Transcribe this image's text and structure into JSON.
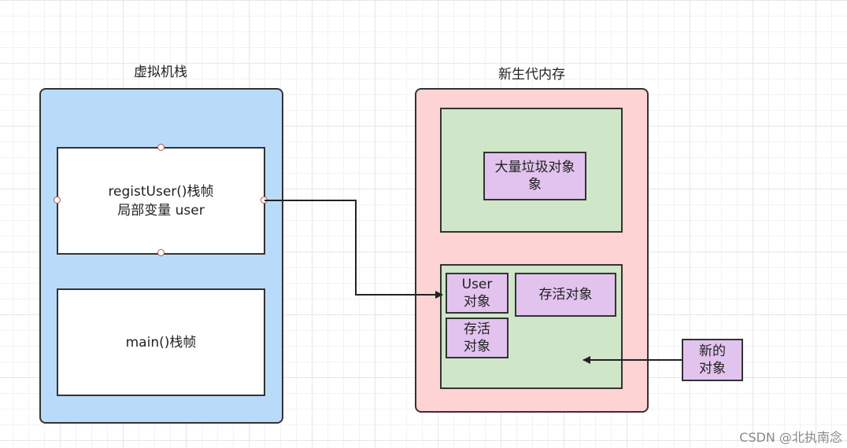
{
  "vm_stack": {
    "title": "虚拟机栈",
    "frame_regist": {
      "line1": "registUser()栈帧",
      "line2": "局部变量 user"
    },
    "frame_main": "main()栈帧",
    "fill": "#b9dbfa"
  },
  "young_gen": {
    "title": "新生代内存",
    "fill": "#fdd3d3",
    "garbage": {
      "line1": "大量垃圾对象",
      "line2": "象"
    },
    "user_obj": {
      "line1": "User",
      "line2": "对象"
    },
    "live_obj_1": "存活对象",
    "live_obj_2": {
      "line1": "存活",
      "line2": "对象"
    }
  },
  "new_obj": {
    "line1": "新的",
    "line2": "对象"
  },
  "watermark": "CSDN @北执南念"
}
